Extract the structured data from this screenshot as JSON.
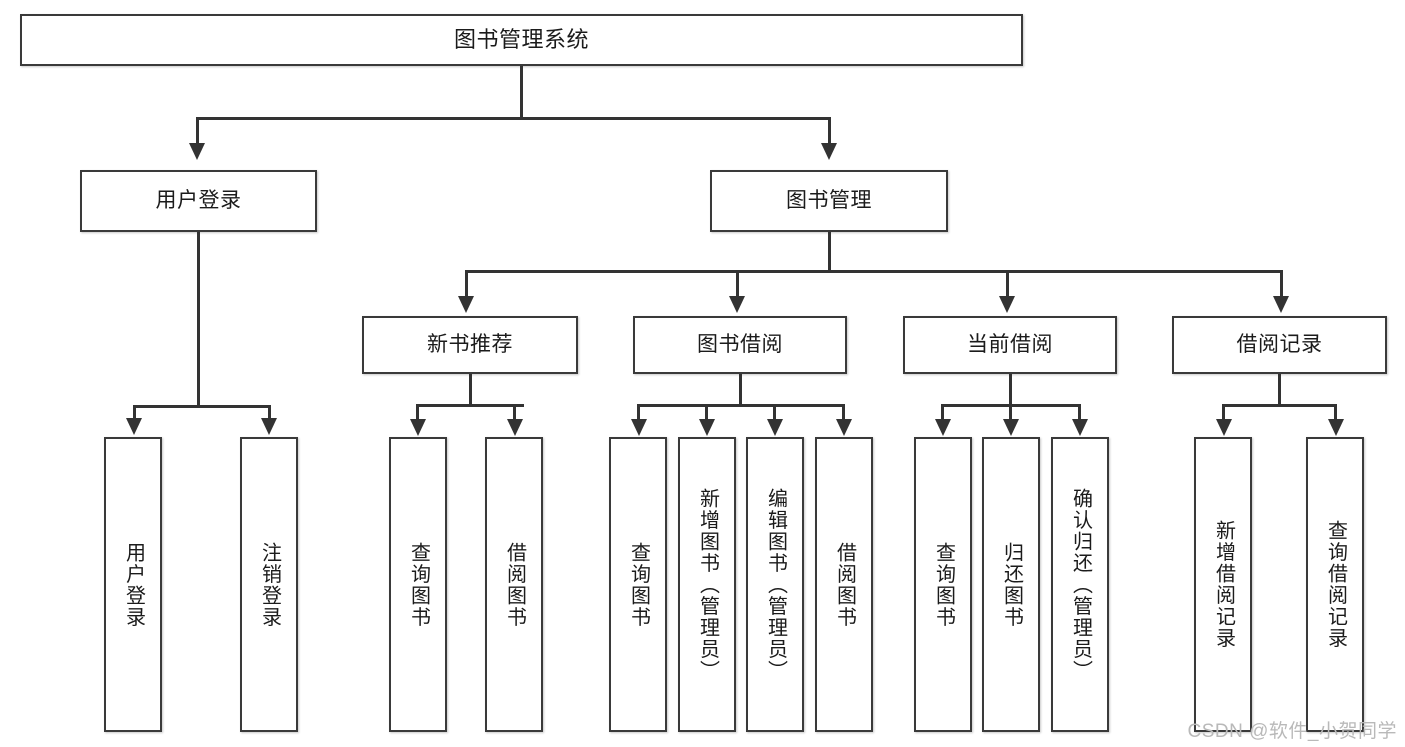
{
  "diagram": {
    "type": "tree-hierarchy",
    "title": "图书管理系统",
    "orientation": "top-down",
    "colors": {
      "box_border": "#3a3a3a",
      "box_fill": "#ffffff",
      "connector": "#333333",
      "text": "#1b1b1b",
      "watermark": "#b9b9b9",
      "background": "#ffffff"
    },
    "root": {
      "label": "图书管理系统"
    },
    "level2": [
      {
        "label": "用户登录"
      },
      {
        "label": "图书管理"
      }
    ],
    "level3": [
      {
        "label": "新书推荐"
      },
      {
        "label": "图书借阅"
      },
      {
        "label": "当前借阅"
      },
      {
        "label": "借阅记录"
      }
    ],
    "leaves": {
      "user_login": [
        {
          "label": "用户登录"
        },
        {
          "label": "注销登录"
        }
      ],
      "new_book_recommend": [
        {
          "label": "查询图书"
        },
        {
          "label": "借阅图书"
        }
      ],
      "book_borrow": [
        {
          "label": "查询图书"
        },
        {
          "label": "新增图书（管理员）"
        },
        {
          "label": "编辑图书（管理员）"
        },
        {
          "label": "借阅图书"
        }
      ],
      "current_borrow": [
        {
          "label": "查询图书"
        },
        {
          "label": "归还图书"
        },
        {
          "label": "确认归还（管理员）"
        }
      ],
      "borrow_record": [
        {
          "label": "新增借阅记录"
        },
        {
          "label": "查询借阅记录"
        }
      ]
    }
  },
  "watermark": {
    "text": "CSDN @软件_小贺同学"
  }
}
